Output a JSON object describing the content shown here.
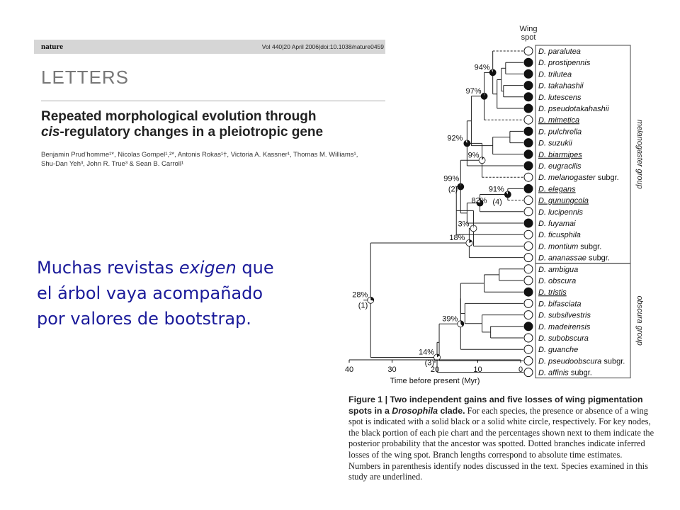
{
  "paper": {
    "journal": "nature",
    "volume_line": "Vol 440|20 April 2006|doi:10.1038/nature0459",
    "section": "LETTERS",
    "title_line1": "Repeated morphological evolution through",
    "title_line2_italic": "cis",
    "title_line2_rest": "-regulatory changes in a pleiotropic gene",
    "authors_line1": "Benjamin Prud’homme¹*, Nicolas Gompel¹,²*, Antonis Rokas¹†, Victoria A. Kassner¹, Thomas M. Williams¹,",
    "authors_line2": "Shu-Dan Yeh³, John R. True³ & Sean B. Carroll¹"
  },
  "overlay": {
    "part1": "Muchas revistas ",
    "part2_italic": "exigen",
    "part3": " que el árbol vaya acompañado por valores de bootstrap."
  },
  "figure": {
    "wing_spot_label_1": "Wing",
    "wing_spot_label_2": "spot",
    "species": [
      {
        "name": "D. paralutea",
        "spot": false,
        "underlined": false,
        "suffix": ""
      },
      {
        "name": "D. prostipennis",
        "spot": true,
        "underlined": false,
        "suffix": ""
      },
      {
        "name": "D. trilutea",
        "spot": true,
        "underlined": false,
        "suffix": ""
      },
      {
        "name": "D. takahashii",
        "spot": true,
        "underlined": false,
        "suffix": ""
      },
      {
        "name": "D. lutescens",
        "spot": true,
        "underlined": false,
        "suffix": ""
      },
      {
        "name": "D. pseudotakahashii",
        "spot": true,
        "underlined": false,
        "suffix": ""
      },
      {
        "name": "D. mimetica",
        "spot": false,
        "underlined": true,
        "suffix": ""
      },
      {
        "name": "D. pulchrella",
        "spot": true,
        "underlined": false,
        "suffix": ""
      },
      {
        "name": "D. suzukii",
        "spot": true,
        "underlined": false,
        "suffix": ""
      },
      {
        "name": "D. biarmipes",
        "spot": true,
        "underlined": true,
        "suffix": ""
      },
      {
        "name": "D. eugracilis",
        "spot": true,
        "underlined": false,
        "suffix": ""
      },
      {
        "name": "D. melanogaster",
        "spot": false,
        "underlined": false,
        "suffix": " subgr."
      },
      {
        "name": "D. elegans",
        "spot": true,
        "underlined": true,
        "suffix": ""
      },
      {
        "name": "D. gunungcola",
        "spot": false,
        "underlined": true,
        "suffix": ""
      },
      {
        "name": "D. lucipennis",
        "spot": false,
        "underlined": false,
        "suffix": ""
      },
      {
        "name": "D. fuyamai",
        "spot": true,
        "underlined": false,
        "suffix": ""
      },
      {
        "name": "D. ficusphila",
        "spot": false,
        "underlined": false,
        "suffix": ""
      },
      {
        "name": "D. montium",
        "spot": false,
        "underlined": false,
        "suffix": " subgr."
      },
      {
        "name": "D. ananassae",
        "spot": false,
        "underlined": false,
        "suffix": " subgr."
      },
      {
        "name": "D. ambigua",
        "spot": false,
        "underlined": false,
        "suffix": ""
      },
      {
        "name": "D. obscura",
        "spot": false,
        "underlined": false,
        "suffix": ""
      },
      {
        "name": "D. tristis",
        "spot": true,
        "underlined": true,
        "suffix": ""
      },
      {
        "name": "D. bifasciata",
        "spot": false,
        "underlined": false,
        "suffix": ""
      },
      {
        "name": "D. subsilvestris",
        "spot": false,
        "underlined": false,
        "suffix": ""
      },
      {
        "name": "D. madeirensis",
        "spot": true,
        "underlined": false,
        "suffix": ""
      },
      {
        "name": "D. subobscura",
        "spot": false,
        "underlined": false,
        "suffix": ""
      },
      {
        "name": "D. guanche",
        "spot": false,
        "underlined": false,
        "suffix": ""
      },
      {
        "name": "D. pseudoobscura",
        "spot": false,
        "underlined": false,
        "suffix": " subgr."
      },
      {
        "name": "D. affinis",
        "spot": false,
        "underlined": false,
        "suffix": " subgr."
      }
    ],
    "group_labels": [
      "melanogaster group",
      "obscura group"
    ],
    "node_labels": [
      "94%",
      "97%",
      "92%",
      "99%",
      "(2)",
      "9%",
      "91%",
      "(4)",
      "82%",
      "3%",
      "18%",
      "28%",
      "(1)",
      "39%",
      "14%",
      "(3)"
    ],
    "axis_ticks": [
      "40",
      "30",
      "20",
      "10",
      "0"
    ],
    "axis_label": "Time before present (Myr)",
    "axis_range": [
      40,
      0
    ]
  },
  "caption": {
    "lead": "Figure 1 | Two independent gains and five losses of wing pigmentation spots in a ",
    "lead_italic": "Drosophila",
    "lead_end": " clade.",
    "body": " For each species, the presence or absence of a wing spot is indicated with a solid black or a solid white circle, respectively. For key nodes, the black portion of each pie chart and the percentages shown next to them indicate the posterior probability that the ancestor was spotted. Dotted branches indicate inferred losses of the wing spot. Branch lengths correspond to absolute time estimates. Numbers in parenthesis identify nodes discussed in the text. Species examined in this study are underlined."
  }
}
